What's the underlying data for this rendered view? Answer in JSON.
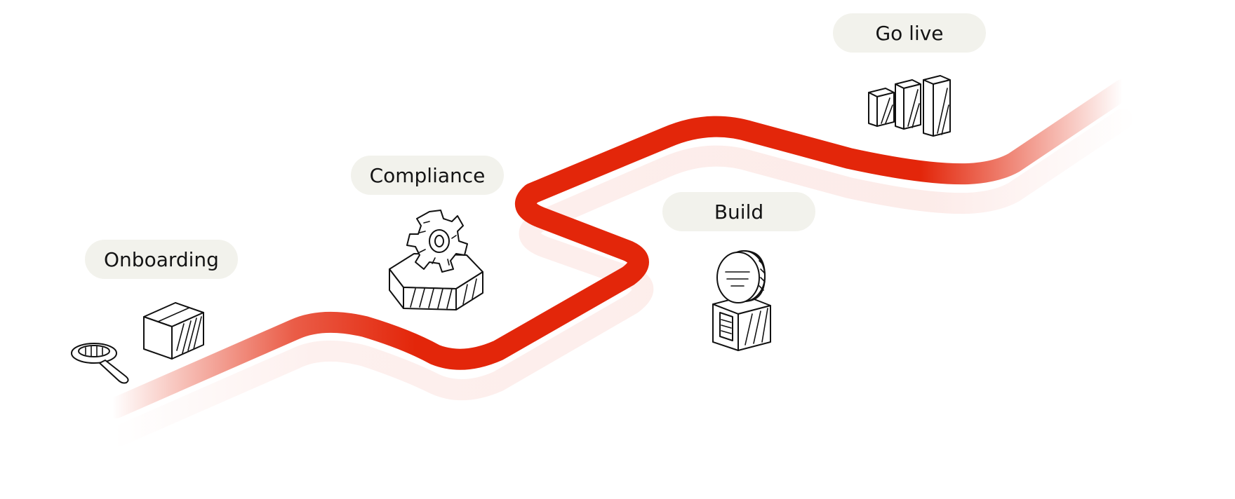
{
  "diagram": {
    "accent_color": "#e3260a",
    "shadow_color": "#fde9e4",
    "label_bg_color": "#f2f2ec",
    "stages": [
      {
        "label": "Onboarding",
        "icon": "magnifier-and-box-icon"
      },
      {
        "label": "Compliance",
        "icon": "gear-on-hexagon-platform-icon"
      },
      {
        "label": "Build",
        "icon": "coin-on-crate-icon"
      },
      {
        "label": "Go live",
        "icon": "bar-columns-icon"
      }
    ]
  }
}
